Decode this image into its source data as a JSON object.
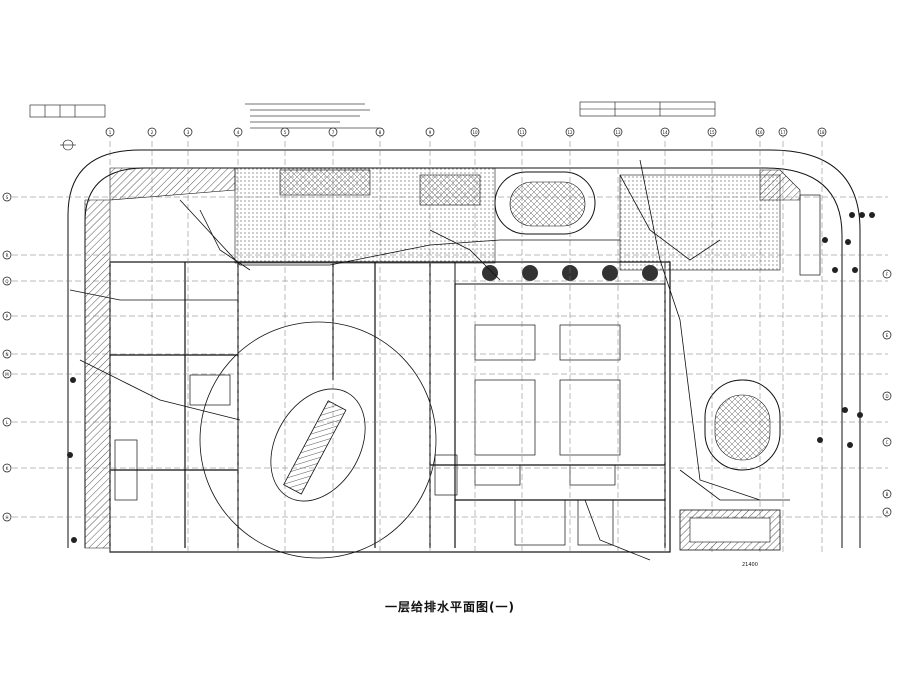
{
  "drawing": {
    "title": "一层给排水平面图(一)",
    "column_labels_top": [
      "1",
      "2",
      "3",
      "4",
      "5",
      "7",
      "8",
      "9",
      "10",
      "11",
      "12",
      "13",
      "14",
      "15",
      "16",
      "17",
      "18"
    ],
    "row_labels_left": [
      "S",
      "R",
      "Q",
      "P",
      "N",
      "M",
      "L",
      "K",
      "H"
    ],
    "row_labels_right": [
      "F",
      "E",
      "D",
      "C",
      "B",
      "A"
    ],
    "dimension_text": "21400",
    "ink_color": "#111111",
    "hatch_color": "#555555"
  }
}
